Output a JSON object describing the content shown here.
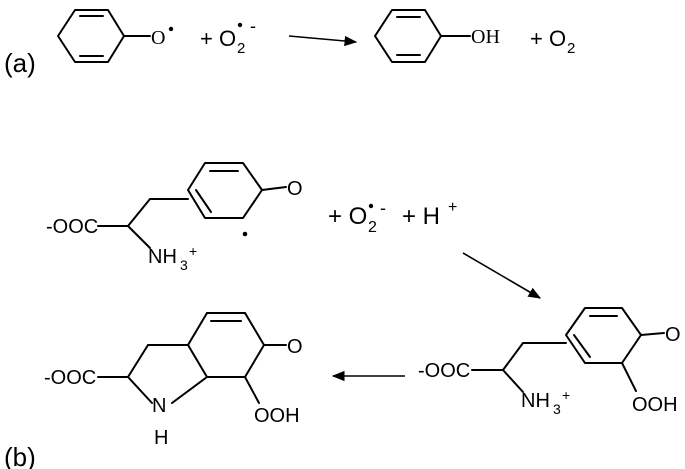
{
  "panels": {
    "a": {
      "label": "(a)"
    },
    "b": {
      "label": "(b)"
    }
  },
  "reaction_a": {
    "reactant_atom": "O",
    "plus_1": "+ O",
    "o2_subscript": "2",
    "o2_charge": "-",
    "product_group": "OH",
    "plus_2": "+ O",
    "product_o2_subscript": "2"
  },
  "reaction_b": {
    "reactant": {
      "carboxylate": "-OOC",
      "ketone_o": "O",
      "amine": "NH",
      "amine_sub": "3",
      "amine_charge": "+"
    },
    "plus_1": "+ O",
    "o2_subscript": "2",
    "o2_charge": "-",
    "plus_2": "+ H",
    "h_charge": "+",
    "intermediate": {
      "carboxylate": "-OOC",
      "ketone_o": "O",
      "amine": "NH",
      "amine_sub": "3",
      "amine_charge": "+",
      "hydroperoxy": "OOH"
    },
    "product": {
      "carboxylate": "-OOC",
      "ketone_o": "O",
      "ring_n": "N",
      "ring_h": "H",
      "hydroperoxy": "OOH"
    }
  }
}
